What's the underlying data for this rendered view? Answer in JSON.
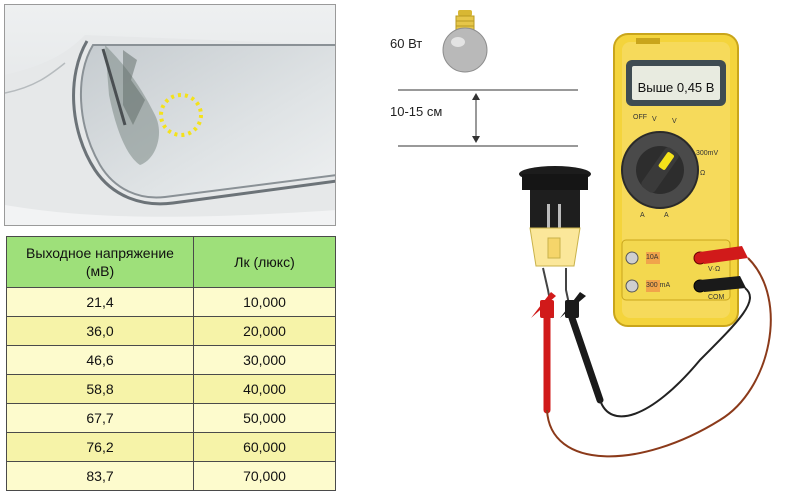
{
  "table": {
    "headers": [
      "Выходное напряжение (мВ)",
      "Лк (люкс)"
    ],
    "rows": [
      [
        "21,4",
        "10,000"
      ],
      [
        "36,0",
        "20,000"
      ],
      [
        "46,6",
        "30,000"
      ],
      [
        "58,8",
        "40,000"
      ],
      [
        "67,7",
        "50,000"
      ],
      [
        "76,2",
        "60,000"
      ],
      [
        "83,7",
        "70,000"
      ]
    ]
  },
  "lamp": {
    "power_label": "60 Вт"
  },
  "distance": {
    "label": "10-15 см"
  },
  "multimeter": {
    "display": "Выше 0,45 В",
    "dial": {
      "off": "OFF",
      "v_dc": "V",
      "v_ac": "V",
      "mv": "300mV",
      "ohm": "Ω",
      "a_dc": "A",
      "a_ac": "A"
    },
    "ports": {
      "amps_10": "10A",
      "ma_300": "300 mA",
      "v_ohm": "V·Ω",
      "com": "COM"
    }
  },
  "colors": {
    "meter_body": "#f4d43c",
    "table_header": "#9ee07a",
    "table_row": "#fdfbcd",
    "lead_red": "#d11a1a",
    "lead_black": "#1a1a1a"
  },
  "icons": [
    "light-bulb-icon",
    "dimension-arrow-icon",
    "multimeter-icon",
    "sensor-icon",
    "test-probe-icon"
  ]
}
